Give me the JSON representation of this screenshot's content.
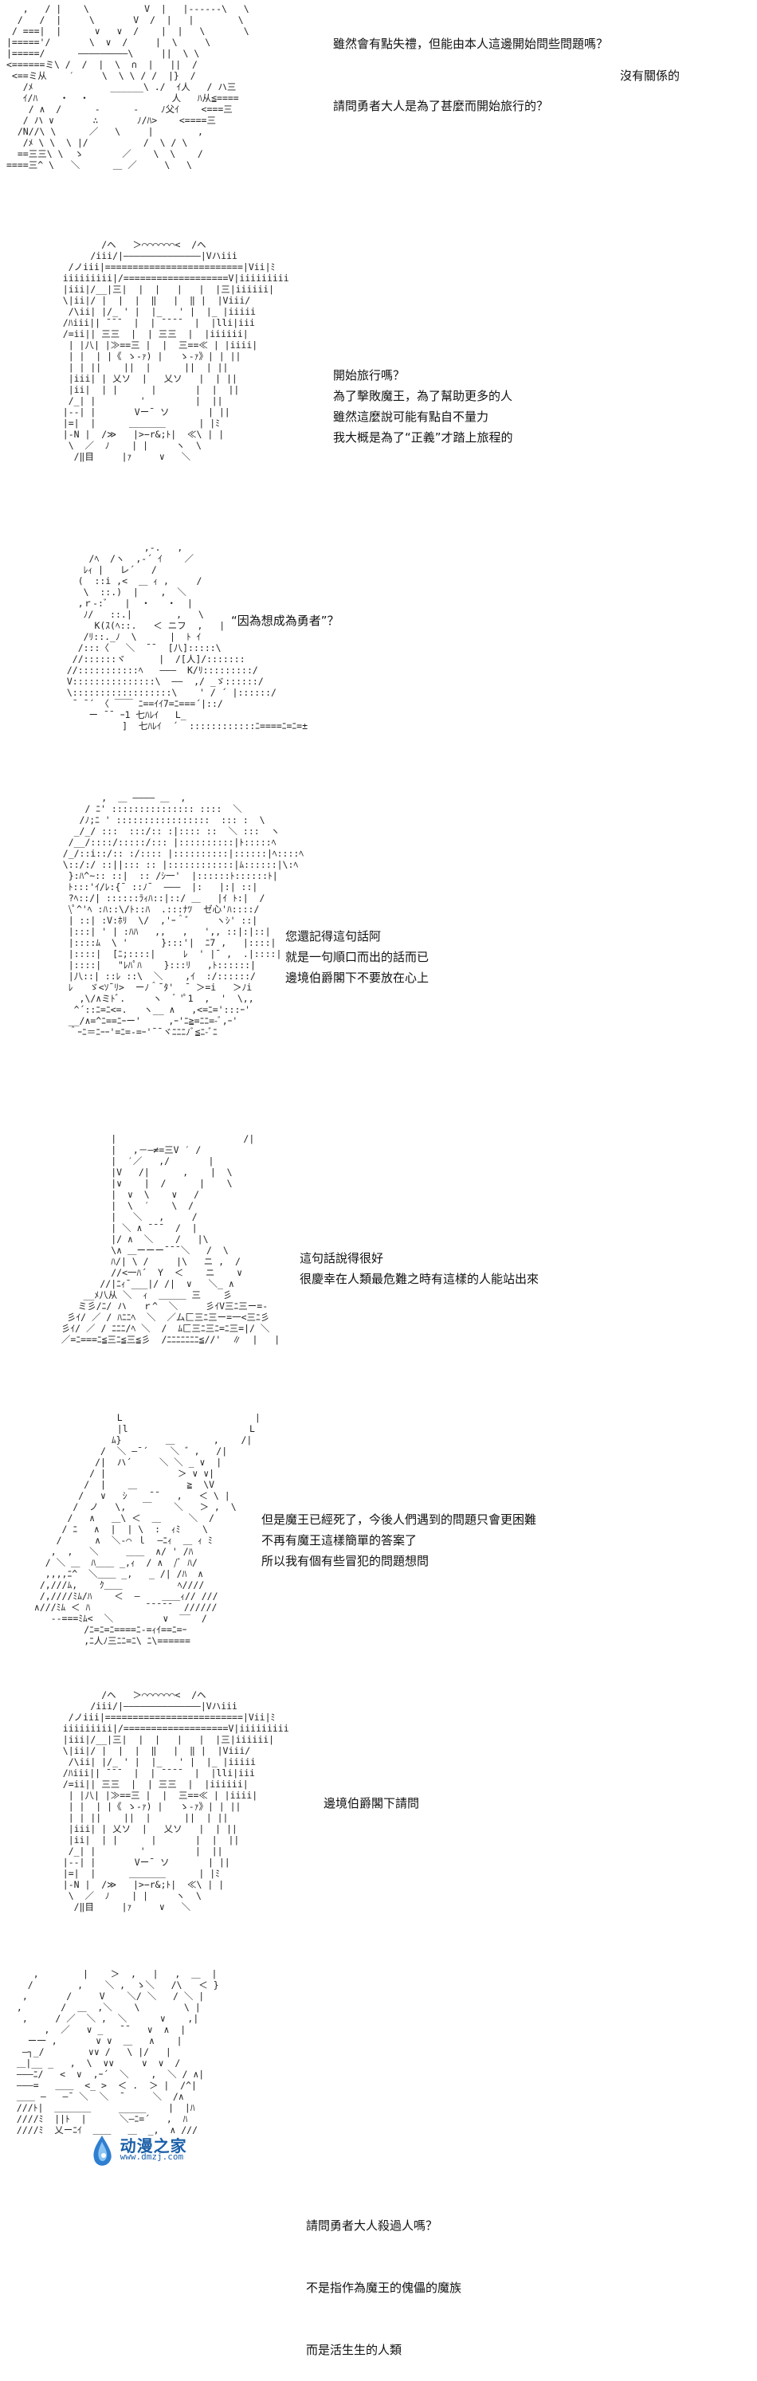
{
  "panels": [
    {
      "id": 1,
      "lines": [
        "雖然會有點失禮，但能由本人這邊開始問些問題嗎？",
        "請問勇者大人是為了甚麼而開始旅行的？"
      ],
      "aside": "沒有關係的"
    },
    {
      "id": 2,
      "lines": [
        "開始旅行嗎？",
        "為了擊敗魔王，為了幫助更多的人",
        "雖然這麼說可能有點自不量力",
        "我大概是為了“正義”才踏上旅程的"
      ]
    },
    {
      "id": 3,
      "lines": [
        "“因為想成為勇者”？"
      ]
    },
    {
      "id": 4,
      "lines": [
        "您還記得這句話阿",
        "就是一句順口而出的話而已",
        "邊境伯爵閣下不要放在心上"
      ]
    },
    {
      "id": 5,
      "lines": [
        "這句話說得很好",
        "很慶幸在人類最危難之時有這樣的人能站出來"
      ]
    },
    {
      "id": 6,
      "lines": [
        "但是魔王已經死了，今後人們遇到的問題只會更困難",
        "不再有魔王這樣簡單的答案了",
        "所以我有個有些冒犯的問題想問"
      ]
    },
    {
      "id": 7,
      "lines": [
        "邊境伯爵閣下請問"
      ]
    },
    {
      "id": 8,
      "lines": [
        "請問勇者大人殺過人嗎？",
        "不是指作為魔王的傀儡的魔族",
        "而是活生生的人類"
      ]
    }
  ],
  "watermark": {
    "name": "动漫之家",
    "url": "www.dmzj.com"
  }
}
